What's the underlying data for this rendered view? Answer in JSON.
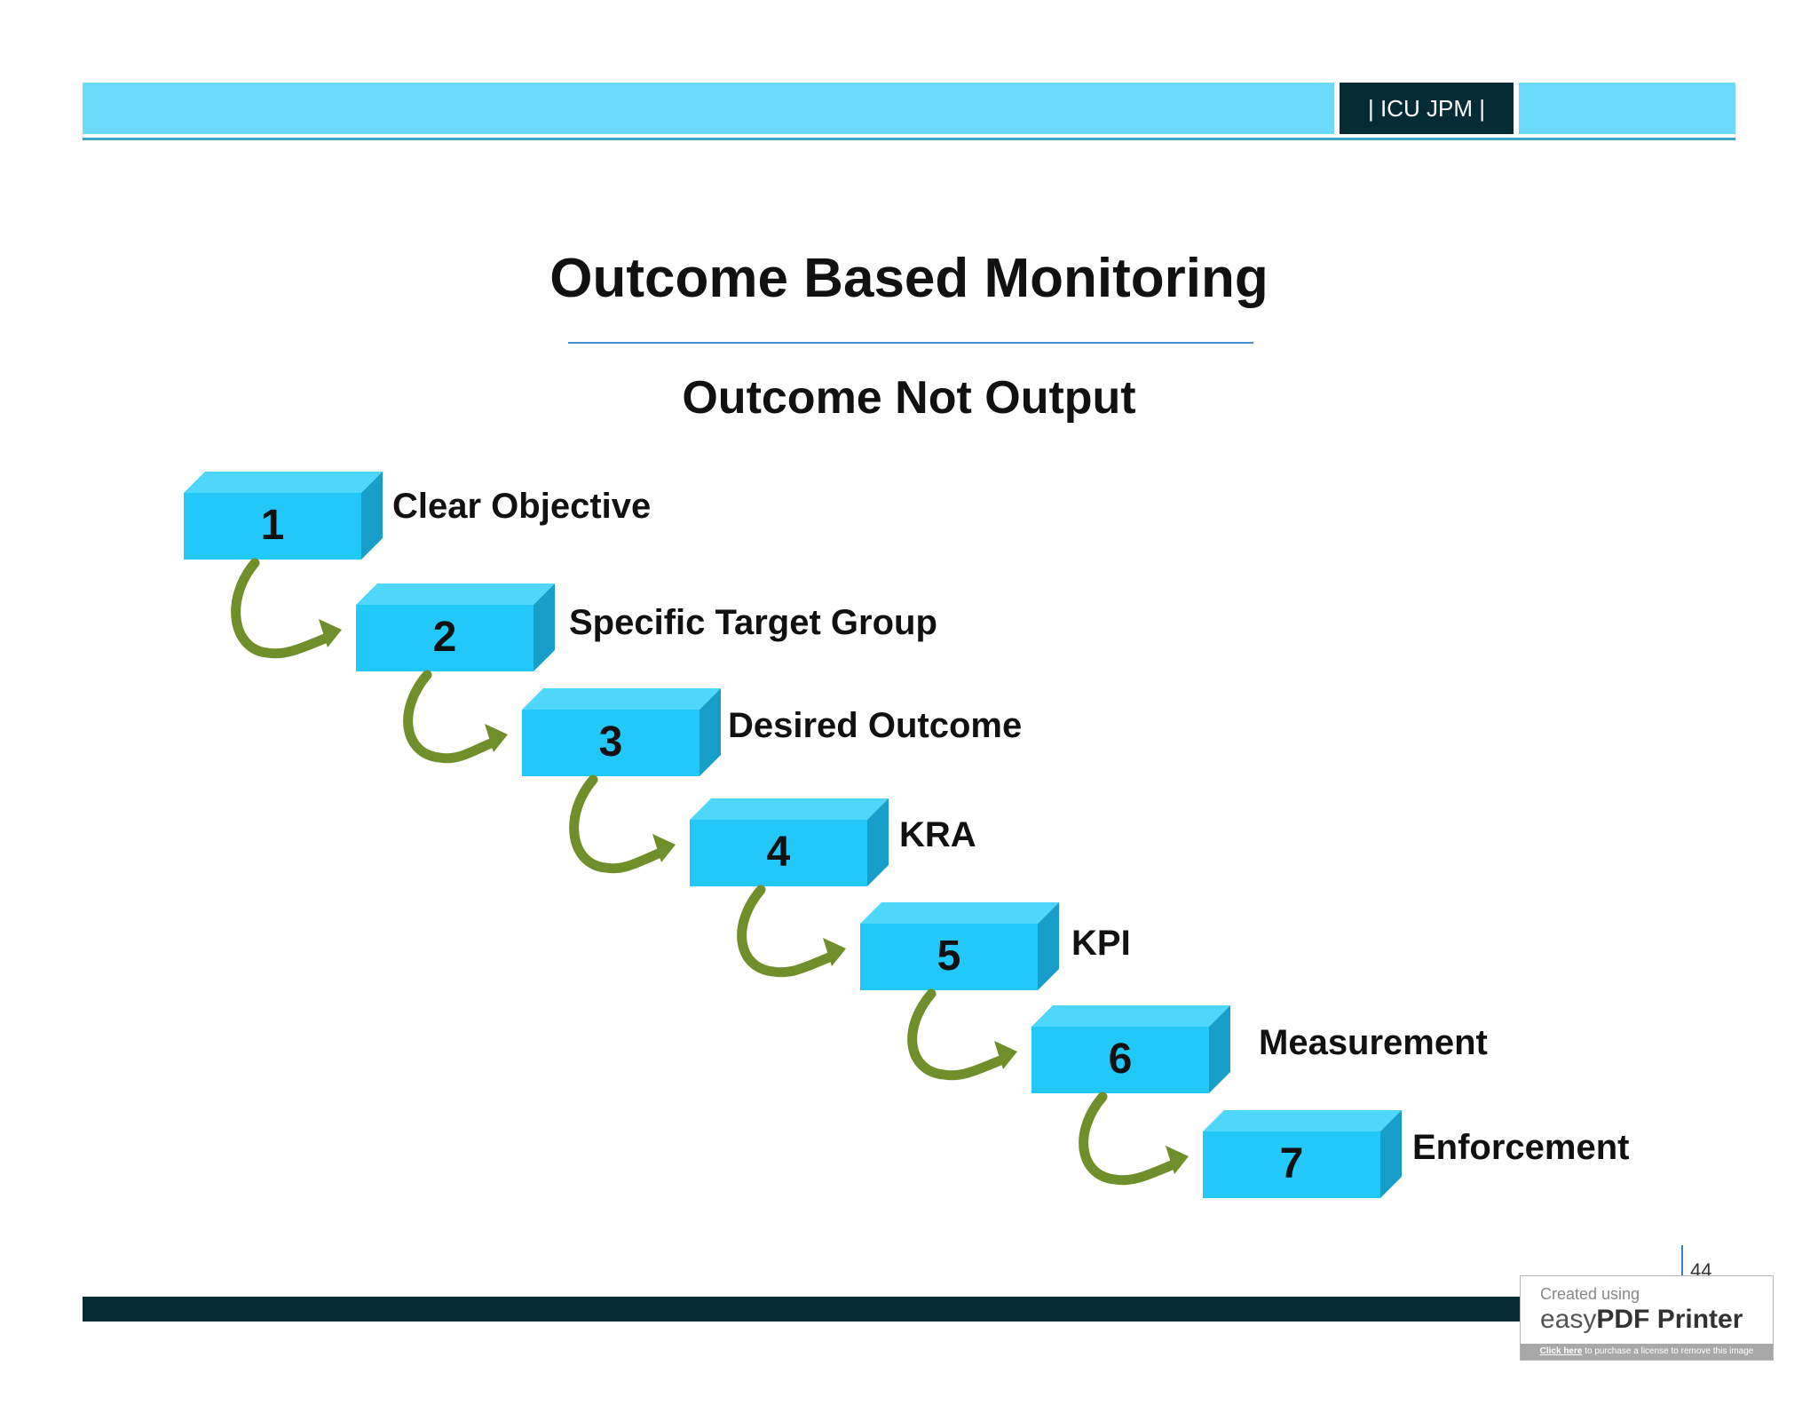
{
  "header": {
    "tag": "| ICU JPM |"
  },
  "title": "Outcome Based Monitoring",
  "subtitle": "Outcome Not Output",
  "steps": [
    {
      "number": "1",
      "label": "Clear Objective"
    },
    {
      "number": "2",
      "label": "Specific Target Group"
    },
    {
      "number": "3",
      "label": "Desired Outcome"
    },
    {
      "number": "4",
      "label": "KRA"
    },
    {
      "number": "5",
      "label": "KPI"
    },
    {
      "number": "6",
      "label": "Measurement"
    },
    {
      "number": "7",
      "label": "Enforcement"
    }
  ],
  "footer": {
    "page_number": "44"
  },
  "watermark": {
    "line1": "Created using",
    "brand_prefix": "easy",
    "brand_bold": "PDF Printer",
    "link": "Click here",
    "note": " to purchase a license to remove this image"
  },
  "colors": {
    "header_bar": "#6adcf9",
    "dark_bar": "#052b37",
    "block_front": "#22c8f7",
    "block_top": "#4fd6fb",
    "block_side": "#179ec9",
    "arrow": "#6f8f2a"
  }
}
